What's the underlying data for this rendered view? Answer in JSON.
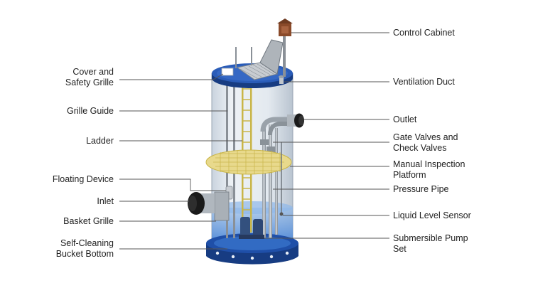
{
  "labels": {
    "control_cabinet": "Control Cabinet",
    "cover_line1": "Cover and",
    "cover_line2": "Safety Grille",
    "ventilation_duct": "Ventilation Duct",
    "grille_guide": "Grille Guide",
    "outlet": "Outlet",
    "ladder": "Ladder",
    "gate_valves_line1": "Gate Valves and",
    "gate_valves_line2": "Check Valves",
    "platform_line1": "Manual Inspection",
    "platform_line2": "Platform",
    "floating_device": "Floating Device",
    "pressure_pipe": "Pressure Pipe",
    "inlet": "Inlet",
    "basket_grille": "Basket Grille",
    "liquid_level_sensor": "Liquid Level Sensor",
    "bucket_line1": "Self-Cleaning",
    "bucket_line2": "Bucket Bottom",
    "pump_line1": "Submersible Pump",
    "pump_line2": "Set"
  },
  "colors": {
    "flange_blue": "#1f4fa8",
    "flange_dark": "#173c82",
    "cylinder_glass": "#dfe6ee",
    "platform_yellow": "#e8d98c",
    "leader_line": "#555555",
    "water_blue": "#4f8ee0",
    "inlet_black": "#1a1a1a"
  }
}
